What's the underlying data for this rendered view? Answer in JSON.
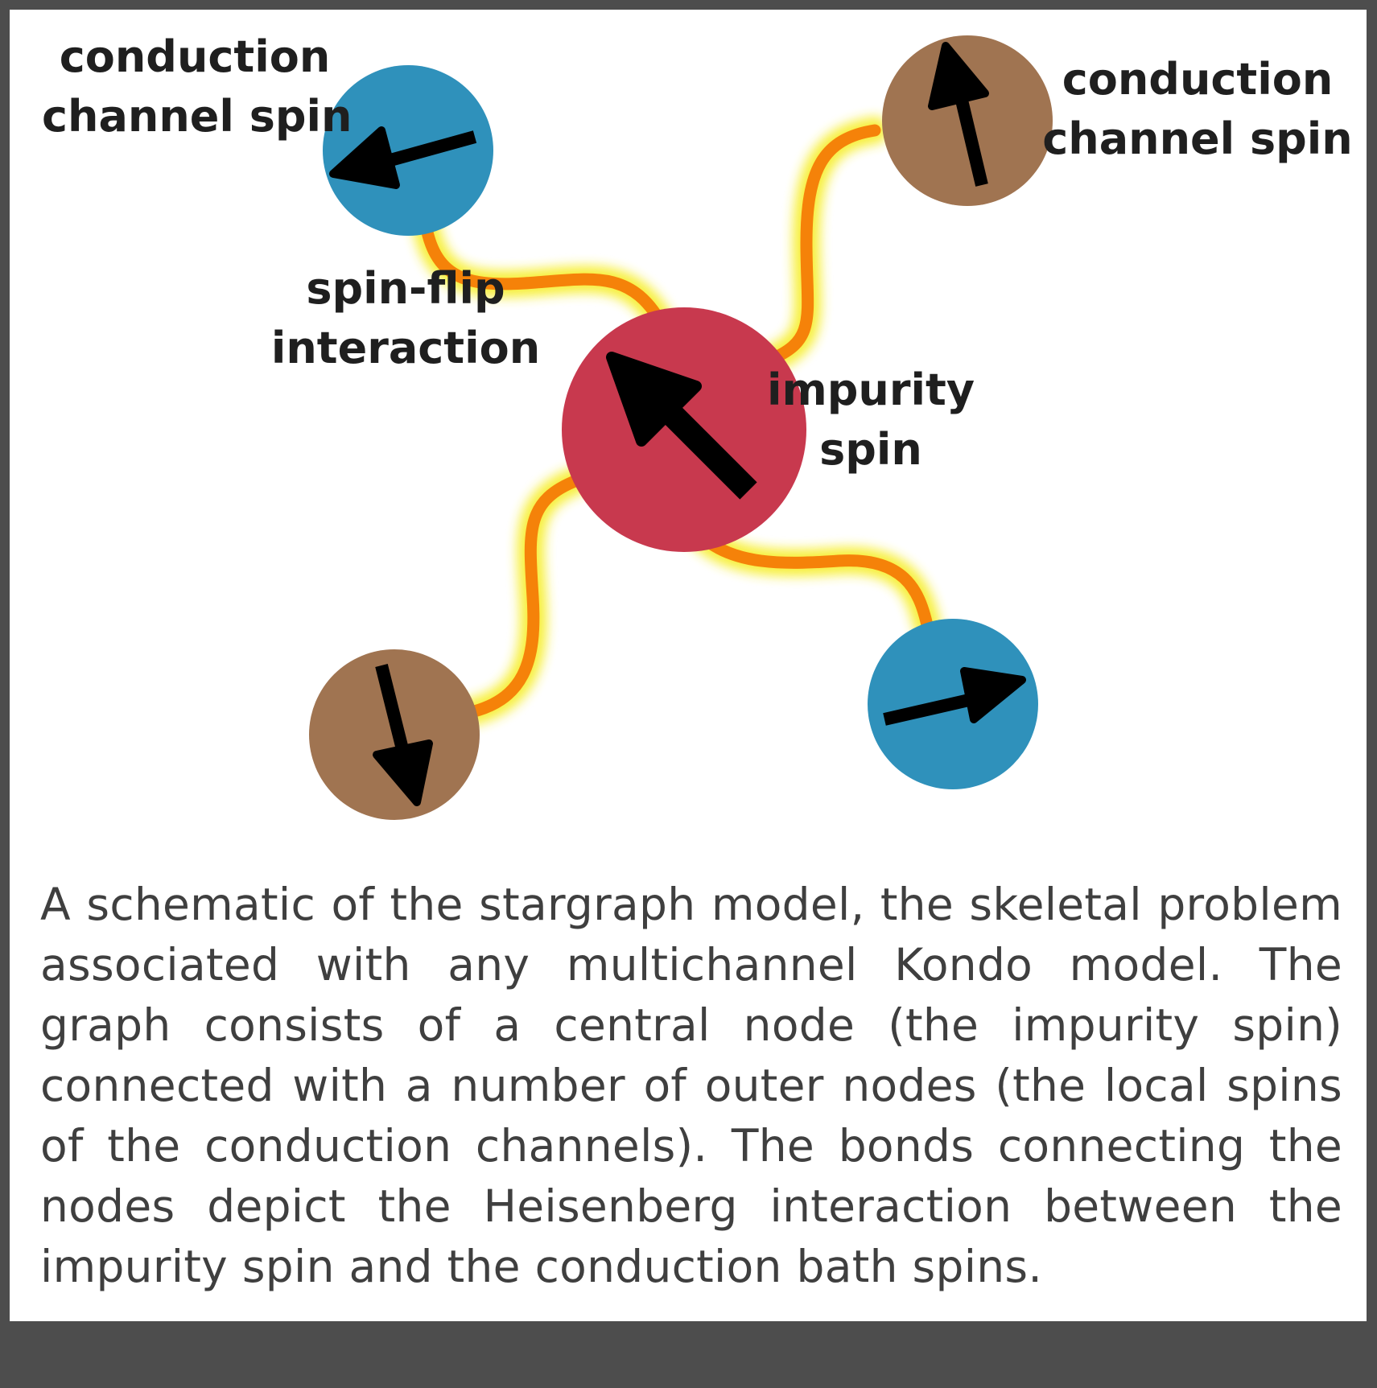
{
  "labels": {
    "top_left": [
      "conduction",
      "channel spin"
    ],
    "top_right": [
      "conduction",
      "channel spin"
    ],
    "interaction": [
      "spin-flip",
      "interaction"
    ],
    "impurity": [
      "impurity",
      "spin"
    ]
  },
  "caption": "A schematic of the stargraph model, the skeletal problem associated with any multichannel Kondo model. The graph consists of a central node (the impurity spin) connected with a number of outer nodes (the local spins of the conduction channels). The bonds connecting the nodes depict the Heisenberg interaction between the impurity spin and the conduction bath spins.",
  "colors": {
    "impurity_node": "#c8394e",
    "blue_node": "#2f91bb",
    "brown_node": "#a07451",
    "bond": "#f58209",
    "glow": "#f6ee2a",
    "arrow": "#000000",
    "frame_border": "#4d4d4d"
  }
}
